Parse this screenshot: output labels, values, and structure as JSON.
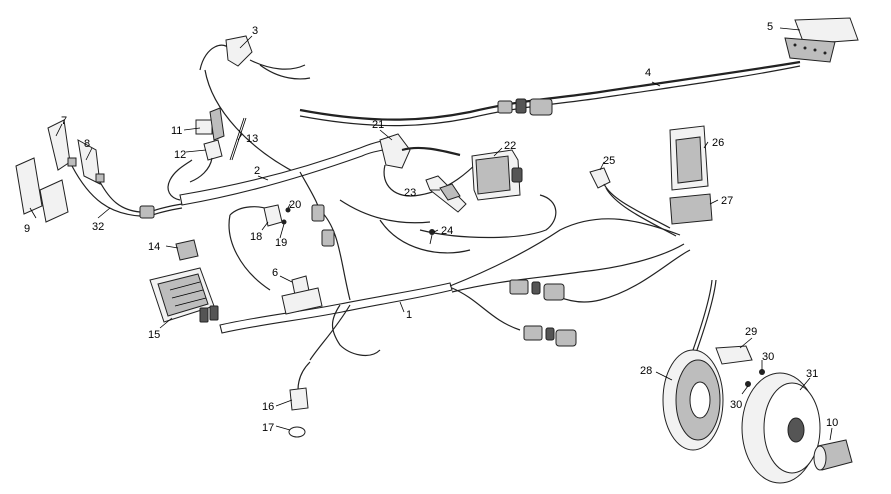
{
  "callouts": {
    "c1": "1",
    "c2": "2",
    "c3": "3",
    "c4": "4",
    "c5": "5",
    "c6": "6",
    "c7": "7",
    "c8": "8",
    "c9": "9",
    "c10": "10",
    "c11": "11",
    "c12": "12",
    "c13": "13",
    "c14": "14",
    "c15": "15",
    "c16": "16",
    "c17": "17",
    "c18": "18",
    "c19": "19",
    "c20": "20",
    "c21": "21",
    "c22": "22",
    "c23": "23",
    "c24": "24",
    "c25": "25",
    "c26": "26",
    "c27": "27",
    "c28": "28",
    "c29": "29",
    "c30a": "30",
    "c30b": "30",
    "c31": "31",
    "c32": "32"
  }
}
